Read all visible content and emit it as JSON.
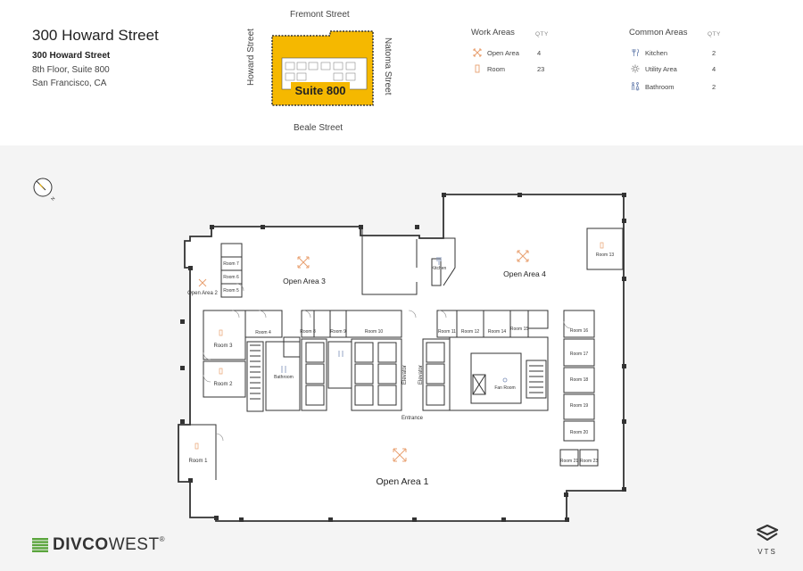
{
  "header": {
    "building_title": "300 Howard Street",
    "address_line1": "300 Howard Street",
    "address_line2": "8th Floor, Suite 800",
    "address_line3": "San Francisco, CA"
  },
  "keyplan": {
    "street_top": "Fremont Street",
    "street_bottom": "Beale Street",
    "street_left": "Howard Street",
    "street_right": "Natoma Street",
    "suite_label": "Suite 800",
    "highlight_color": "#f5b800"
  },
  "legend": {
    "work_areas": {
      "title": "Work Areas",
      "qty_header": "QTY",
      "items": [
        {
          "icon": "open-area-icon",
          "label": "Open Area",
          "qty": "4"
        },
        {
          "icon": "room-icon",
          "label": "Room",
          "qty": "23"
        }
      ]
    },
    "common_areas": {
      "title": "Common Areas",
      "qty_header": "QTY",
      "items": [
        {
          "icon": "kitchen-icon",
          "label": "Kitchen",
          "qty": "2"
        },
        {
          "icon": "utility-area-icon",
          "label": "Utility Area",
          "qty": "4"
        },
        {
          "icon": "bathroom-icon",
          "label": "Bathroom",
          "qty": "2"
        }
      ]
    }
  },
  "floorplan": {
    "compass_north": "N",
    "open_areas": [
      "Open Area 1",
      "Open Area 2",
      "Open Area 3",
      "Open Area 4"
    ],
    "rooms": {
      "room1": "Room 1",
      "room2": "Room 2",
      "room3": "Room 3",
      "room4": "Room 4",
      "room5": "Room 5",
      "room6": "Room 6",
      "room7": "Room 7",
      "room8": "Room 8",
      "room9": "Room 9",
      "room10": "Room 10",
      "room11": "Room 11",
      "room12": "Room 12",
      "room13": "Room 13",
      "room14": "Room 14",
      "room15": "Room 15",
      "room16": "Room 16",
      "room17": "Room 17",
      "room18": "Room 18",
      "room19": "Room 19",
      "room20": "Room 20",
      "room21": "Room 21",
      "room23": "Room 23"
    },
    "kitchen": "Kitchen",
    "bathroom": "Bathroom",
    "fan_room": "Fan Room",
    "elevator": "Elevator",
    "entrance": "Entrance",
    "icon_color": "#e8a070"
  },
  "footer": {
    "brand_bold": "DIVCO",
    "brand_regular": "WEST",
    "brand_mark": "®",
    "brand_color": "#5aa53c",
    "vts_label": "VTS"
  }
}
